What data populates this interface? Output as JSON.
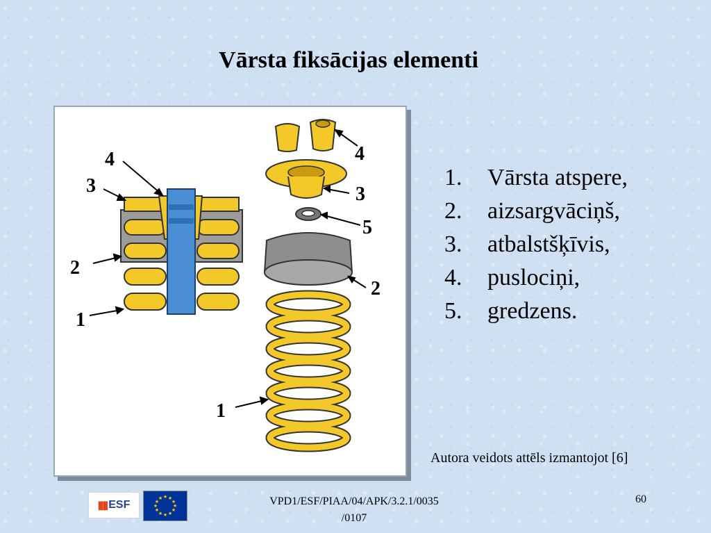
{
  "slide": {
    "title": "Vārsta fiksācijas elementi",
    "source": "Autora veidots attēls izmantojot [6]",
    "footer_code_line1": "VPD1/ESF/PIAA/04/APK/3.2.1/0035",
    "footer_code_line2": "/0107",
    "page_number": "60"
  },
  "legend": [
    {
      "num": "1.",
      "text": "Vārsta atspere,"
    },
    {
      "num": "2.",
      "text": "aizsargvāciņš,"
    },
    {
      "num": "3.",
      "text": "atbalstšķīvis,"
    },
    {
      "num": "4.",
      "text": "puslociņi,"
    },
    {
      "num": "5.",
      "text": "gredzens."
    }
  ],
  "diagram": {
    "callouts": [
      "1",
      "2",
      "3",
      "4",
      "5"
    ]
  },
  "logos": {
    "esf_text": "ESF"
  },
  "colors": {
    "spring_yellow": "#f2c928",
    "stem_blue": "#4a8fd6",
    "cap_gray": "#8e8e8e",
    "background": "#cfe0f3"
  }
}
